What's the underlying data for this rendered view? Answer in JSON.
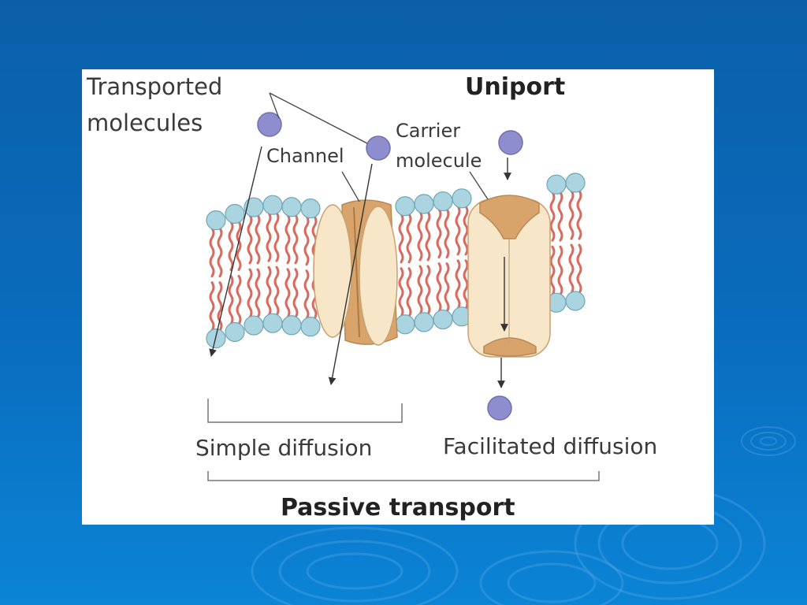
{
  "colors": {
    "background": "#0a6cbd",
    "panel": "#ffffff",
    "lipid_head": "#a9d4e0",
    "lipid_tail": "#d96a5e",
    "protein": "#d9a46c",
    "protein_light": "#f7e7c8",
    "molecule": "#8e8ecf"
  },
  "diagram": {
    "label_transported": [
      "Transported",
      "molecules"
    ],
    "label_uniport": "Uniport",
    "label_channel": "Channel",
    "label_carrier": [
      "Carrier",
      "molecule"
    ],
    "label_simple": "Simple diffusion",
    "label_facilitated": "Facilitated diffusion",
    "label_passive": "Passive transport"
  }
}
